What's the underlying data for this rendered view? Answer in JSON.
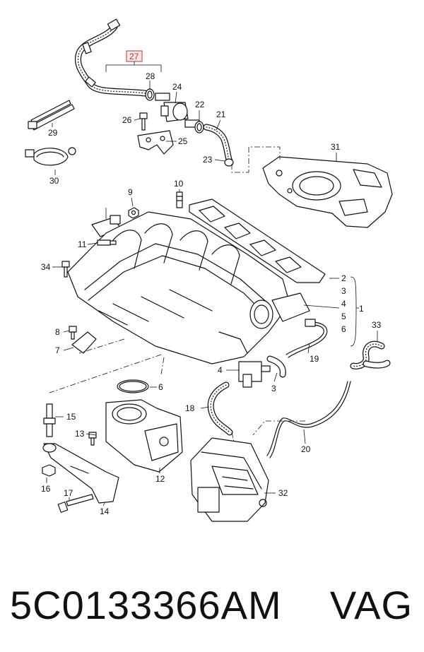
{
  "callouts": [
    "1",
    "2",
    "3",
    "4",
    "5",
    "6",
    "7",
    "8",
    "9",
    "10",
    "11",
    "12",
    "13",
    "14",
    "15",
    "16",
    "17",
    "18",
    "19",
    "20",
    "21",
    "22",
    "23",
    "24",
    "25",
    "26",
    "27",
    "28",
    "29",
    "30",
    "31",
    "32",
    "33",
    "34"
  ],
  "extra_labels": {
    "c3b": "3",
    "c4b": "4",
    "c6b": "6"
  },
  "highlight_callout": "27",
  "highlight_color": "#c03030",
  "footer": {
    "part_number": "5C0133366AM",
    "brand": "VAG"
  }
}
